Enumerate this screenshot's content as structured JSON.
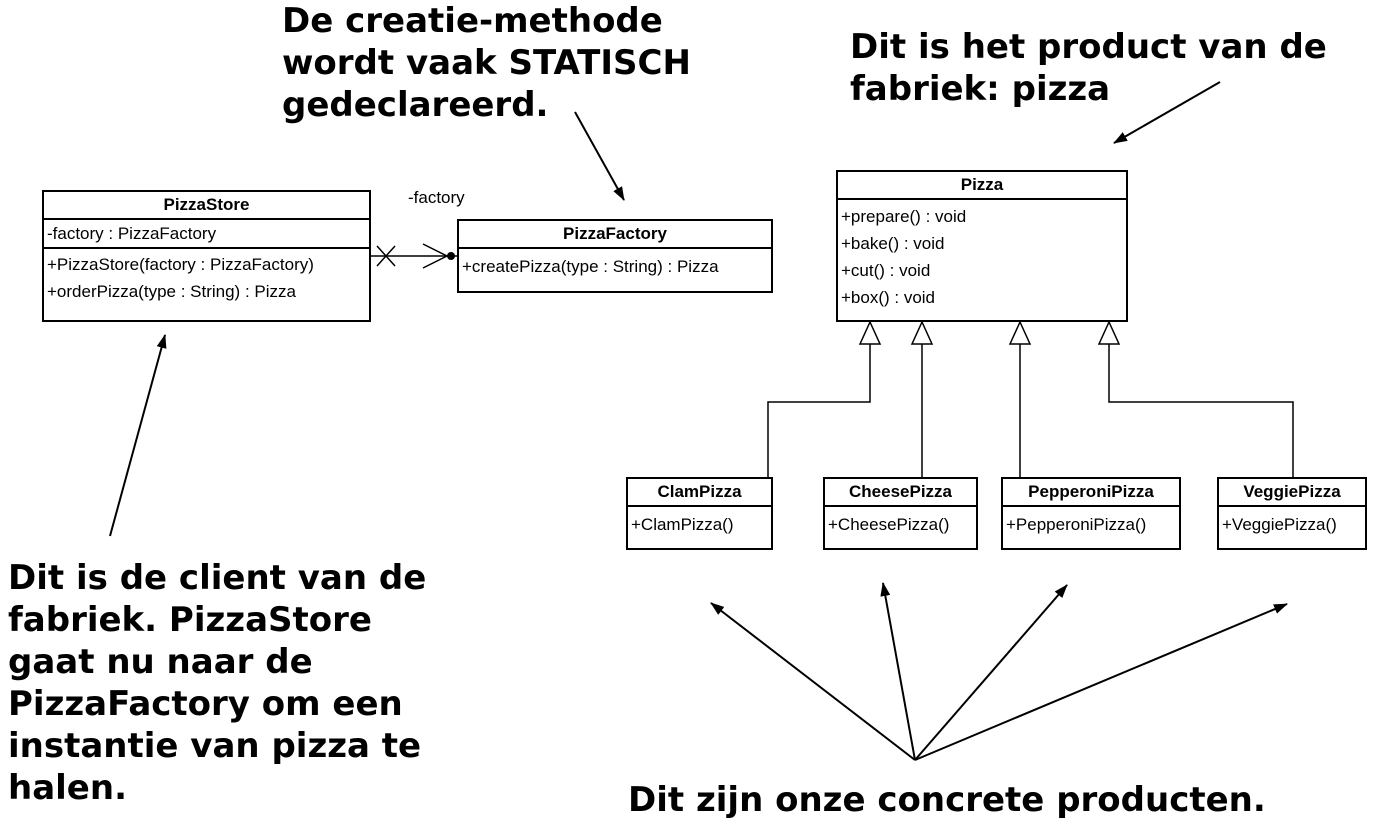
{
  "annotations": {
    "creation_method": [
      "De creatie-methode",
      "wordt vaak STATISCH",
      "gedeclareerd."
    ],
    "product": [
      "Dit is het product van de",
      "fabriek: pizza"
    ],
    "client": [
      "Dit is de client van de",
      "fabriek. PizzaStore",
      "gaat nu naar de",
      "PizzaFactory om een",
      "instantie van pizza te",
      "halen."
    ],
    "concrete": [
      "Dit zijn onze concrete producten."
    ]
  },
  "association_label": "-factory",
  "classes": {
    "pizza_store": {
      "name": "PizzaStore",
      "attributes": [
        "-factory : PizzaFactory"
      ],
      "methods": [
        "+PizzaStore(factory : PizzaFactory)",
        "+orderPizza(type : String) : Pizza"
      ]
    },
    "pizza_factory": {
      "name": "PizzaFactory",
      "methods": [
        "+createPizza(type : String) : Pizza"
      ]
    },
    "pizza": {
      "name": "Pizza",
      "methods": [
        "+prepare() : void",
        "+bake() : void",
        "+cut() : void",
        "+box() : void"
      ]
    },
    "clam_pizza": {
      "name": "ClamPizza",
      "methods": [
        "+ClamPizza()"
      ]
    },
    "cheese_pizza": {
      "name": "CheesePizza",
      "methods": [
        "+CheesePizza()"
      ]
    },
    "pepperoni_pizza": {
      "name": "PepperoniPizza",
      "methods": [
        "+PepperoniPizza()"
      ]
    },
    "veggie_pizza": {
      "name": "VeggiePizza",
      "methods": [
        "+VeggiePizza()"
      ]
    }
  }
}
